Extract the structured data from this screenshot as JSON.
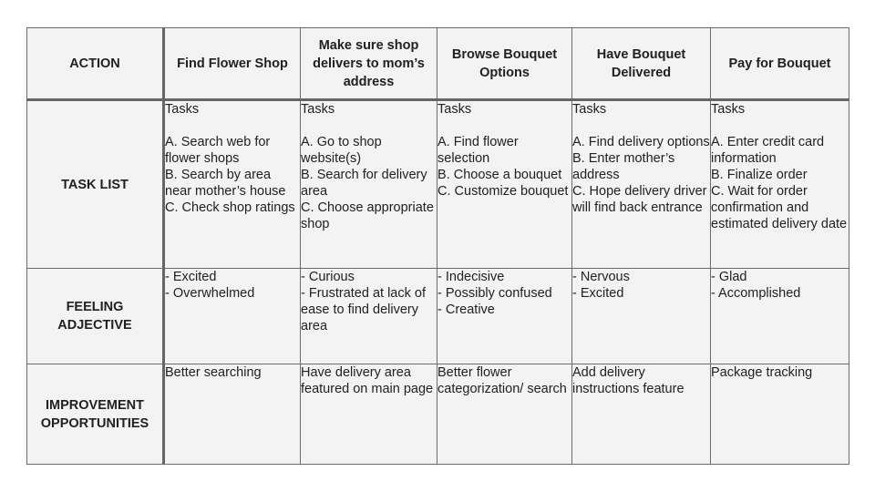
{
  "header": {
    "corner_label": "ACTION",
    "stages": [
      "Find Flower Shop",
      "Make sure shop delivers to mom’s address",
      "Browse Bouquet Options",
      "Have Bouquet Delivered",
      "Pay for Bouquet"
    ]
  },
  "rows": {
    "tasks": {
      "label": "TASK LIST",
      "cells": [
        {
          "title": "Tasks",
          "items": [
            "A. Search web for flower shops",
            "B. Search by area near mother’s house",
            "C. Check shop ratings"
          ]
        },
        {
          "title": "Tasks",
          "items": [
            "A. Go to shop website(s)",
            "B. Search for delivery area",
            "C. Choose appropriate shop"
          ]
        },
        {
          "title": "Tasks",
          "items": [
            "A. Find flower selection",
            "B. Choose a bouquet",
            "C. Customize bouquet"
          ]
        },
        {
          "title": "Tasks",
          "items": [
            "A. Find delivery options",
            "B. Enter mother’s address",
            "C. Hope delivery driver will find back entrance"
          ]
        },
        {
          "title": "Tasks",
          "items": [
            "A. Enter credit card information",
            "B. Finalize order",
            "C. Wait for order confirmation and estimated delivery date"
          ]
        }
      ]
    },
    "feeling": {
      "label": "FEELING ADJECTIVE",
      "cells": [
        [
          "- Excited",
          "- Overwhelmed"
        ],
        [
          "- Curious",
          "- Frustrated at lack of ease to find delivery area"
        ],
        [
          "- Indecisive",
          "- Possibly confused",
          "- Creative"
        ],
        [
          "- Nervous",
          "- Excited"
        ],
        [
          "- Glad",
          "- Accomplished"
        ]
      ]
    },
    "improvement": {
      "label": "IMPROVEMENT OPPORTUNITIES",
      "cells": [
        "Better searching",
        "Have delivery area featured on main page",
        "Better flower categorization/ search",
        "Add delivery instructions feature",
        "Package tracking"
      ]
    }
  }
}
